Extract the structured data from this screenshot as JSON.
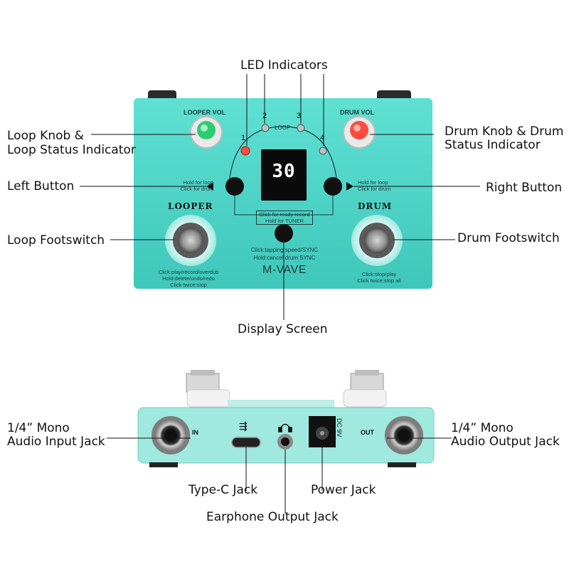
{
  "labels": {
    "led_indicators": "LED Indicators",
    "loop_knob": "Loop Knob &",
    "loop_knob_2": "Loop Status Indicator",
    "drum_knob": "Drum Knob & Drum",
    "drum_knob_2": "Status Indicator",
    "left_button": "Left Button",
    "right_button": "Right Button",
    "loop_footswitch": "Loop Footswitch",
    "drum_footswitch": "Drum Footswitch",
    "display_screen": "Display Screen",
    "input_jack": "1/4” Mono",
    "input_jack_2": "Audio Input Jack",
    "output_jack": "1/4” Mono",
    "output_jack_2": "Audio Output Jack",
    "typec_jack": "Type-C Jack",
    "power_jack": "Power Jack",
    "earphone_jack": "Earphone Output Jack"
  },
  "device": {
    "looper_vol": "LOOPER VOL",
    "drum_vol": "DRUM VOL",
    "led_1": "1",
    "led_2": "2",
    "led_3": "3",
    "led_4": "4",
    "loop": "LOOP",
    "display_value": "30",
    "left_hint_1": "Hold for loop",
    "left_hint_2": "Click for drum",
    "right_hint_1": "Hold for loop",
    "right_hint_2": "Click for drum",
    "center_hint_1": "Click for ready record",
    "center_hint_2": "Hold for TUNER",
    "looper": "LOOPER",
    "drum": "DRUM",
    "tap_hint_1": "Click:tapping speed/SYNC",
    "tap_hint_2": "Hold:cancel drum SYNC",
    "brand": "M-VAVE",
    "looper_hint_1": "Click:play/record/overdub",
    "looper_hint_2": "Hold:delete/undo/redo",
    "looper_hint_3": "Click twice:stop",
    "drum_hint_1": "Click:stop/play",
    "drum_hint_2": "Click twice:stop all",
    "in": "IN",
    "out": "OUT",
    "dc": "DC 9V",
    "usb_symbol": "⇶"
  },
  "colors": {
    "body": "#4fd6c9",
    "body_dark": "#2fb3a8",
    "back_panel": "#8fe6d9",
    "loop_led": "#2ecc71",
    "drum_led": "#ff4a3d",
    "display_digits": "#ffffff"
  }
}
